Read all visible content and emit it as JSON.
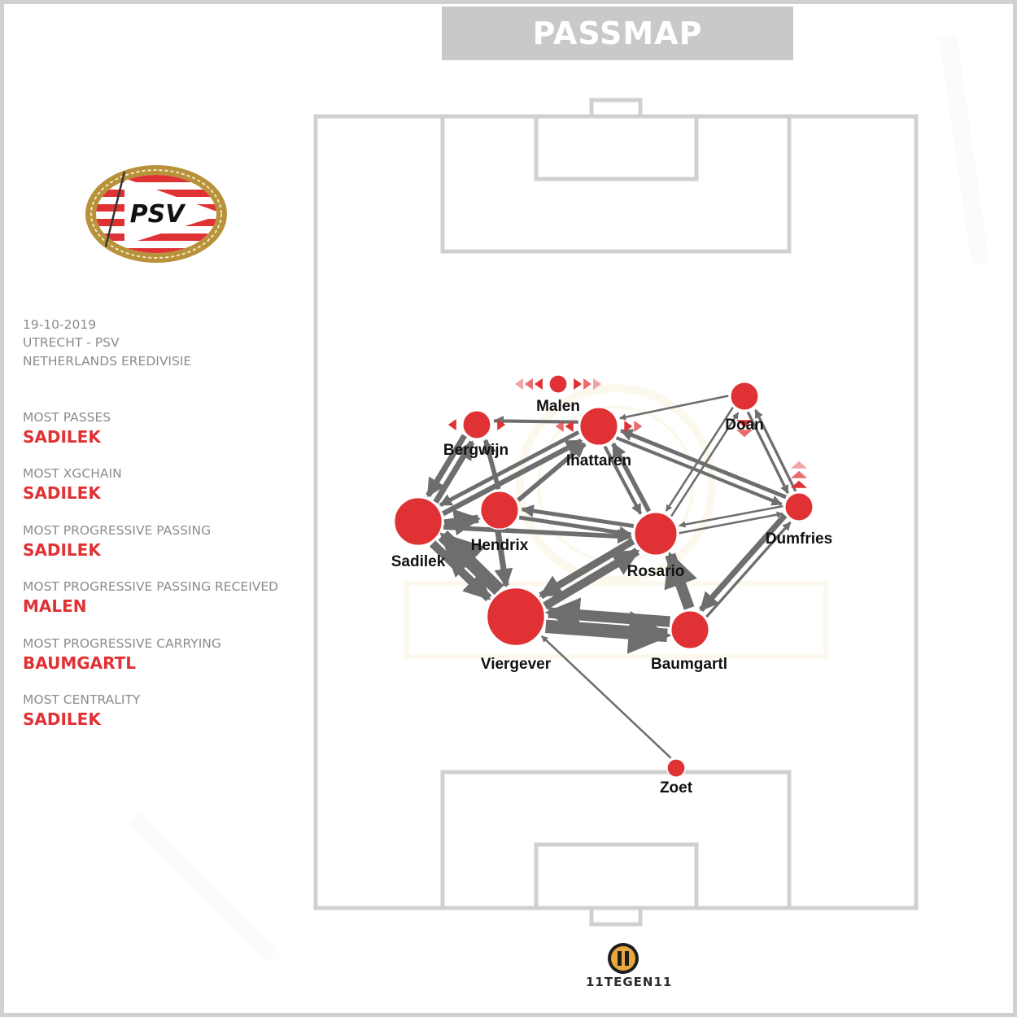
{
  "title": "PASSMAP",
  "match": {
    "date": "19-10-2019",
    "fixture": "UTRECHT - PSV",
    "competition": "NETHERLANDS EREDIVISIE"
  },
  "club_logo": {
    "text": "PSV"
  },
  "stats": [
    {
      "label": "MOST PASSES",
      "value": "SADILEK"
    },
    {
      "label": "MOST XGCHAIN",
      "value": "SADILEK"
    },
    {
      "label": "MOST PROGRESSIVE PASSING",
      "value": "SADILEK"
    },
    {
      "label": "MOST PROGRESSIVE PASSING RECEIVED",
      "value": "MALEN"
    },
    {
      "label": "MOST PROGRESSIVE CARRYING",
      "value": "BAUMGARTL"
    },
    {
      "label": "MOST CENTRALITY",
      "value": "SADILEK"
    }
  ],
  "brand": {
    "text": "11TEGEN11"
  },
  "colors": {
    "node": "#e03234",
    "edge": "#6e6e6e",
    "pitch_line": "#d0d0d0",
    "title_bar": "#c9c9c9",
    "stat_value": "#e03234",
    "stat_label": "#8c8c8c"
  },
  "players": [
    {
      "name": "Malen",
      "size": 1
    },
    {
      "name": "Bergwijn",
      "size": 2
    },
    {
      "name": "Ihattaren",
      "size": 3
    },
    {
      "name": "Doan",
      "size": 2
    },
    {
      "name": "Dumfries",
      "size": 2
    },
    {
      "name": "Sadilek",
      "size": 4
    },
    {
      "name": "Hendrix",
      "size": 3
    },
    {
      "name": "Rosario",
      "size": 3.5
    },
    {
      "name": "Viergever",
      "size": 5
    },
    {
      "name": "Baumgartl",
      "size": 3
    },
    {
      "name": "Zoet",
      "size": 1
    }
  ],
  "passes": [
    {
      "from": "Viergever",
      "to": "Sadilek",
      "weight": 10
    },
    {
      "from": "Viergever",
      "to": "Baumgartl",
      "weight": 10
    },
    {
      "from": "Baumgartl",
      "to": "Viergever",
      "weight": 8
    },
    {
      "from": "Baumgartl",
      "to": "Rosario",
      "weight": 8
    },
    {
      "from": "Viergever",
      "to": "Rosario",
      "weight": 6
    },
    {
      "from": "Rosario",
      "to": "Viergever",
      "weight": 5
    },
    {
      "from": "Sadilek",
      "to": "Viergever",
      "weight": 6
    },
    {
      "from": "Sadilek",
      "to": "Hendrix",
      "weight": 6
    },
    {
      "from": "Sadilek",
      "to": "Bergwijn",
      "weight": 4
    },
    {
      "from": "Bergwijn",
      "to": "Sadilek",
      "weight": 4
    },
    {
      "from": "Sadilek",
      "to": "Ihattaren",
      "weight": 3.5
    },
    {
      "from": "Ihattaren",
      "to": "Sadilek",
      "weight": 2.5
    },
    {
      "from": "Sadilek",
      "to": "Rosario",
      "weight": 3
    },
    {
      "from": "Hendrix",
      "to": "Ihattaren",
      "weight": 3
    },
    {
      "from": "Hendrix",
      "to": "Bergwijn",
      "weight": 3
    },
    {
      "from": "Hendrix",
      "to": "Rosario",
      "weight": 2.5
    },
    {
      "from": "Rosario",
      "to": "Hendrix",
      "weight": 2.5
    },
    {
      "from": "Hendrix",
      "to": "Viergever",
      "weight": 4
    },
    {
      "from": "Rosario",
      "to": "Ihattaren",
      "weight": 3
    },
    {
      "from": "Ihattaren",
      "to": "Rosario",
      "weight": 2
    },
    {
      "from": "Dumfries",
      "to": "Ihattaren",
      "weight": 2.5
    },
    {
      "from": "Ihattaren",
      "to": "Dumfries",
      "weight": 2
    },
    {
      "from": "Dumfries",
      "to": "Baumgartl",
      "weight": 4
    },
    {
      "from": "Baumgartl",
      "to": "Dumfries",
      "weight": 1.5
    },
    {
      "from": "Dumfries",
      "to": "Doan",
      "weight": 1.5
    },
    {
      "from": "Doan",
      "to": "Dumfries",
      "weight": 1.5
    },
    {
      "from": "Dumfries",
      "to": "Rosario",
      "weight": 1
    },
    {
      "from": "Rosario",
      "to": "Dumfries",
      "weight": 1
    },
    {
      "from": "Rosario",
      "to": "Doan",
      "weight": 1
    },
    {
      "from": "Doan",
      "to": "Rosario",
      "weight": 1
    },
    {
      "from": "Doan",
      "to": "Ihattaren",
      "weight": 1
    },
    {
      "from": "Ihattaren",
      "to": "Bergwijn",
      "weight": 2
    },
    {
      "from": "Zoet",
      "to": "Viergever",
      "weight": 1
    }
  ],
  "indicators": [
    {
      "player": "Malen",
      "direction": "horizontal",
      "count": 3
    },
    {
      "player": "Bergwijn",
      "direction": "horizontal",
      "count": 1
    },
    {
      "player": "Ihattaren",
      "direction": "horizontal",
      "count": 2
    },
    {
      "player": "Doan",
      "direction": "down",
      "count": 2
    },
    {
      "player": "Dumfries",
      "direction": "up",
      "count": 3
    }
  ]
}
